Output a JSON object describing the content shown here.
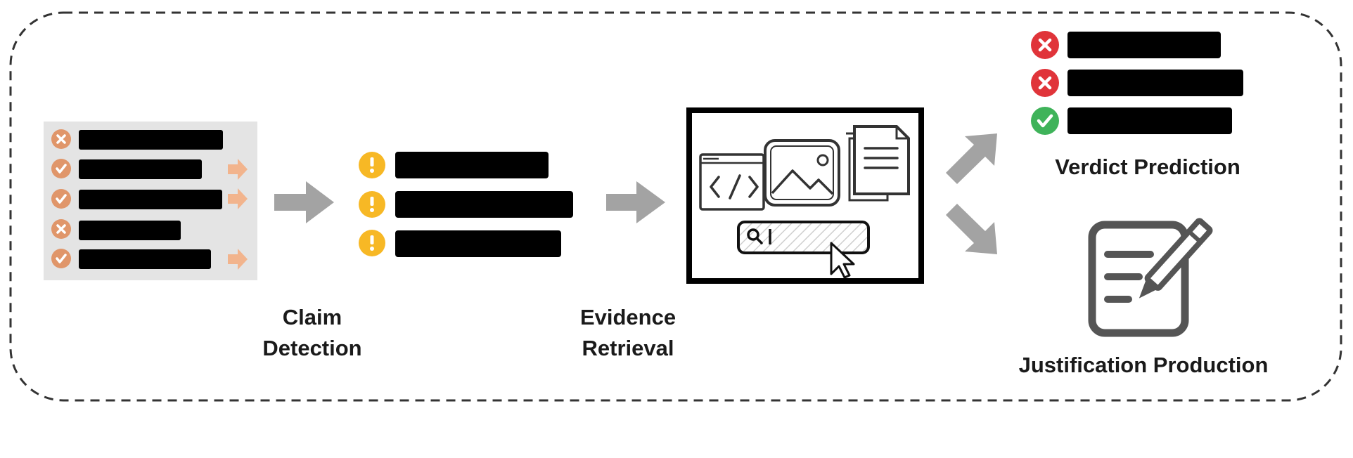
{
  "stages": {
    "claim_detection": {
      "line1": "Claim",
      "line2": "Detection"
    },
    "evidence_retrieval": {
      "line1": "Evidence",
      "line2": "Retrieval"
    },
    "verdict_prediction": {
      "label": "Verdict Prediction"
    },
    "justification_production": {
      "label": "Justification Production"
    }
  },
  "colors": {
    "input_panel_bg": "#e4e4e4",
    "input_status_orange": "#e0966a",
    "input_arrow_orange": "#f2b48d",
    "flow_arrow_gray": "#a3a3a3",
    "claim_warning_yellow": "#f7b825",
    "verdict_false_red": "#e0343a",
    "verdict_true_green": "#3fb35a",
    "redacted_black": "#000000",
    "icon_gray": "#555555"
  },
  "icons": {
    "input_items": [
      "x-circle-icon",
      "check-circle-icon",
      "check-circle-icon",
      "x-circle-icon",
      "check-circle-icon"
    ],
    "claim_items": [
      "exclamation-circle-icon",
      "exclamation-circle-icon",
      "exclamation-circle-icon"
    ],
    "verdict_items": [
      "x-circle-icon",
      "x-circle-icon",
      "check-circle-icon"
    ]
  }
}
